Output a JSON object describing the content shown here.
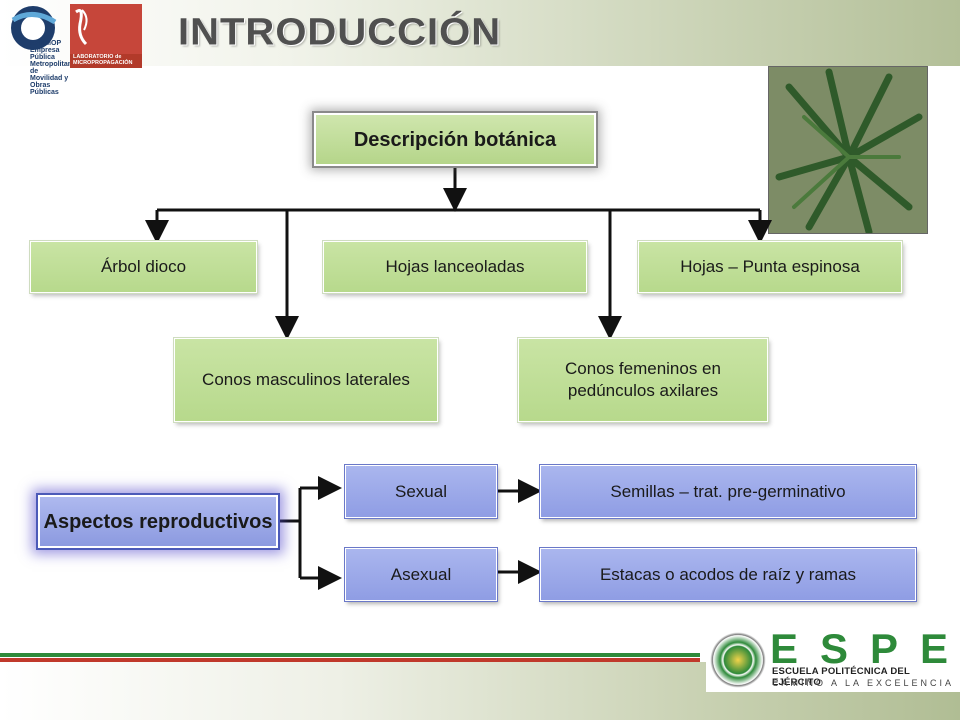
{
  "header": {
    "title": "INTRODUCCIÓN",
    "logo_left_text": "EPMMOP Empresa Pública Metropolitana de Movilidad y Obras Públicas",
    "logo_right_text": "LABORATORIO de MICROPROPAGACIÓN"
  },
  "diagram": {
    "root": "Descripción botánica",
    "row1": [
      "Árbol dioco",
      "Hojas lanceoladas",
      "Hojas – Punta espinosa"
    ],
    "row2": [
      "Conos masculinos laterales",
      "Conos femeninos en pedúnculos axilares"
    ]
  },
  "reproduction": {
    "root": "Aspectos reproductivos",
    "types": [
      "Sexual",
      "Asexual"
    ],
    "methods": [
      "Semillas – trat. pre-germinativo",
      "Estacas o acodos de raíz y ramas"
    ]
  },
  "footer": {
    "brand": "ESPE",
    "institution": "ESCUELA POLITÉCNICA DEL EJÉRCITO",
    "slogan": "CAMINO A LA EXCELENCIA"
  },
  "colors": {
    "green_box": "#b7d98c",
    "blue_box": "#8f9de4",
    "brand_green": "#2e8a3a",
    "brand_red": "#c0392b"
  },
  "icons": [
    "epmmop-logo-icon",
    "micropropagation-lab-logo-icon",
    "espe-seal-icon",
    "plant-photo"
  ]
}
